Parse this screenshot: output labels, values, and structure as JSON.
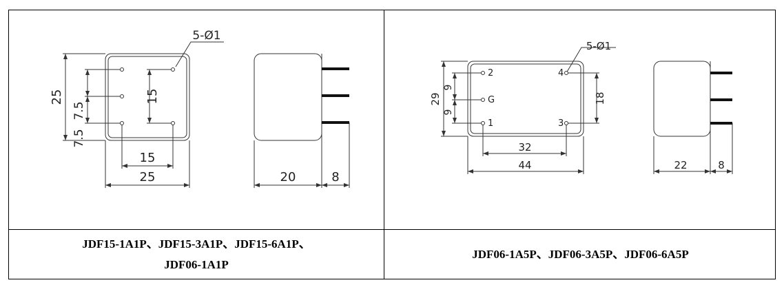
{
  "left": {
    "pin_label": "5-Ø1",
    "dims": {
      "height": "25",
      "pin_vspan": "15",
      "pitch_upper": "7.5",
      "pitch_lower": "7.5",
      "pin_hspan": "15",
      "width": "25",
      "depth": "20",
      "pin_length": "8"
    },
    "caption_line1": "JDF15-1A1P、JDF15-3A1P、JDF15-6A1P、",
    "caption_line2": "JDF06-1A1P"
  },
  "right": {
    "pin_label": "5-Ø1",
    "dims": {
      "height": "29",
      "pitch_upper": "9",
      "pitch_lower": "9",
      "pin_vspan": "18",
      "pin_hspan": "32",
      "width": "44",
      "depth": "22",
      "pin_length": "8"
    },
    "pins": {
      "p2": "2",
      "pG": "G",
      "p1": "1",
      "p4": "4",
      "p3": "3"
    },
    "caption": "JDF06-1A5P、JDF06-3A5P、JDF06-6A5P"
  }
}
